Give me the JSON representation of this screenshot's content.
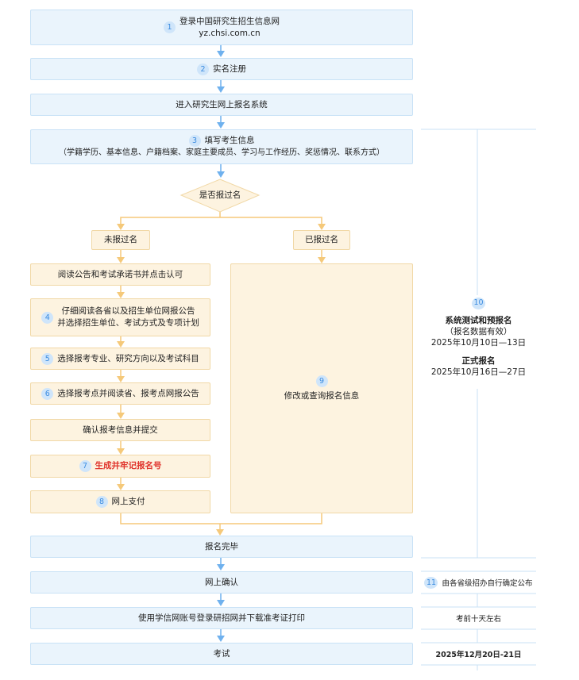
{
  "colors": {
    "blue_box": "#eaf4fc",
    "orange_box": "#fdf3e0",
    "blue_arrow": "#6fb1ee",
    "orange_arrow": "#f5c97a",
    "badge": "#cfe5fa",
    "highlight_red": "#e0342c"
  },
  "steps": {
    "s1": {
      "num": "1",
      "line1": "登录中国研究生招生信息网",
      "line2": "yz.chsi.com.cn"
    },
    "s2": {
      "num": "2",
      "label": "实名注册"
    },
    "enter": {
      "label": "进入研究生网上报名系统"
    },
    "s3": {
      "num": "3",
      "line1": "填写考生信息",
      "line2": "（学籍学历、基本信息、户籍档案、家庭主要成员、学习与工作经历、奖惩情况、联系方式）"
    },
    "decision": {
      "label": "是否报过名"
    },
    "no": {
      "label": "未报过名"
    },
    "yes": {
      "label": "已报过名"
    },
    "read": {
      "label": "阅读公告和考试承诺书并点击认可"
    },
    "s4": {
      "num": "4",
      "line1": "仔细阅读各省以及招生单位网报公告",
      "line2": "并选择招生单位、考试方式及专项计划"
    },
    "s5": {
      "num": "5",
      "label": "选择报考专业、研究方向以及考试科目"
    },
    "s6": {
      "num": "6",
      "label": "选择报考点并阅读省、报考点网报公告"
    },
    "confirm": {
      "label": "确认报考信息并提交"
    },
    "s7": {
      "num": "7",
      "label": "生成并牢记报名号"
    },
    "s8": {
      "num": "8",
      "label": "网上支付"
    },
    "s9": {
      "num": "9",
      "label": "修改或查询报名信息"
    },
    "done": {
      "label": "报名完毕"
    },
    "online": {
      "label": "网上确认"
    },
    "print": {
      "label": "使用学信网账号登录研招网并下载准考证打印"
    },
    "exam": {
      "label": "考试"
    }
  },
  "side": {
    "s10": {
      "num": "10",
      "title1": "系统测试和预报名",
      "sub1": "（报名数据有效）",
      "date1": "2025年10月10日—13日",
      "title2": "正式报名",
      "date2": "2025年10月16日—27日"
    },
    "s11": {
      "num": "11",
      "label": "由各省级招办自行确定公布"
    },
    "print_time": "考前十天左右",
    "exam_date": "2025年12月20日-21日"
  }
}
